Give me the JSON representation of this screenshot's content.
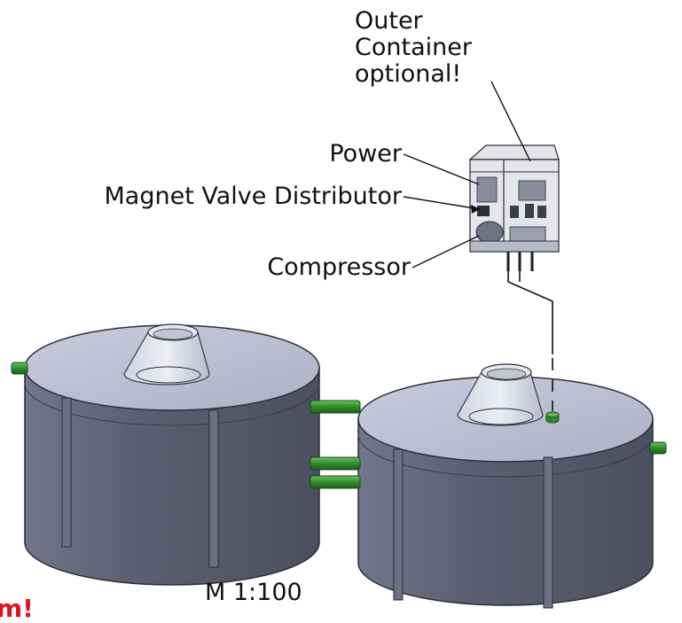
{
  "labels": {
    "outer_container_line1": "Outer",
    "outer_container_line2": "Container",
    "outer_container_line3": "optional!",
    "power": "Power",
    "magnet_valve_distributor": "Magnet Valve Distributor",
    "compressor": "Compressor",
    "scale": "M 1:100",
    "red_fragment": "m!"
  },
  "colors": {
    "tank_top": "#b9bdd0",
    "tank_side": "#5f6270",
    "pipe": "#2e8a2a",
    "red_text": "#e0141e"
  }
}
